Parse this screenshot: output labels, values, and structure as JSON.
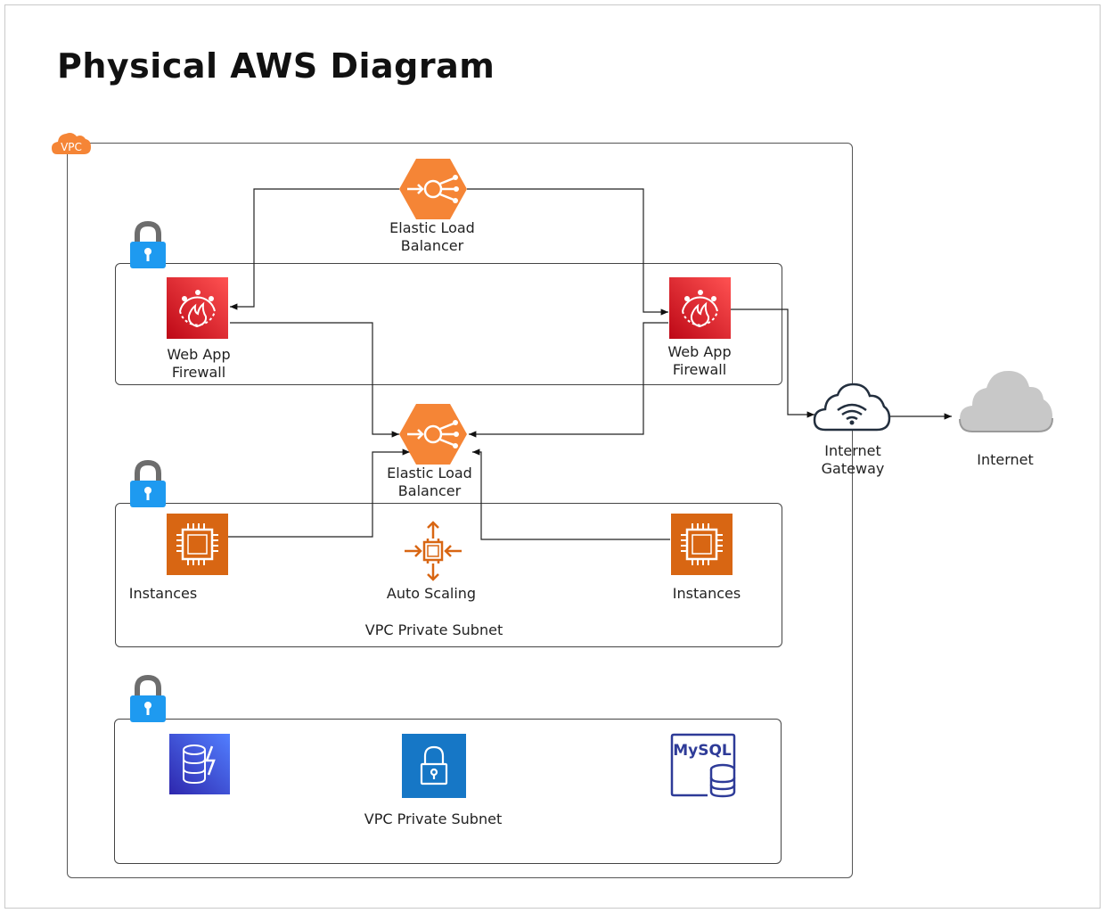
{
  "title": "Physical AWS Diagram",
  "vpc": {
    "badge": "VPC"
  },
  "colors": {
    "elb": "#f58536",
    "waf": "#d6242d",
    "instance": "#d86613",
    "lock": "#1e9af0",
    "dynamodb": "#3a4ad6",
    "vpc_lock": "#1677c6",
    "mysql": "#2e3b98",
    "cloud": "#c8c8c8"
  },
  "nodes": {
    "elb_top": {
      "line1": "Elastic Load",
      "line2": "Balancer",
      "icon": "elastic-load-balancer-icon"
    },
    "waf_left": {
      "line1": "Web App",
      "line2": "Firewall",
      "icon": "web-app-firewall-icon"
    },
    "waf_right": {
      "line1": "Web App",
      "line2": "Firewall",
      "icon": "web-app-firewall-icon"
    },
    "elb_mid": {
      "line1": "Elastic Load",
      "line2": "Balancer",
      "icon": "elastic-load-balancer-icon"
    },
    "instances_left": {
      "label": "Instances",
      "icon": "ec2-instance-icon"
    },
    "auto_scaling": {
      "label": "Auto Scaling",
      "icon": "auto-scaling-icon"
    },
    "instances_right": {
      "label": "Instances",
      "icon": "ec2-instance-icon"
    },
    "igw": {
      "line1": "Internet",
      "line2": "Gateway",
      "icon": "internet-gateway-icon"
    },
    "internet": {
      "label": "Internet",
      "icon": "cloud-icon"
    },
    "dynamodb": {
      "icon": "dynamodb-icon"
    },
    "vpc_endpoint": {
      "icon": "vpc-lock-icon"
    },
    "mysql": {
      "label": "MySQL",
      "icon": "mysql-database-icon"
    }
  },
  "subnets": {
    "app": {
      "label": "VPC Private Subnet"
    },
    "db": {
      "label": "VPC Private Subnet"
    }
  }
}
